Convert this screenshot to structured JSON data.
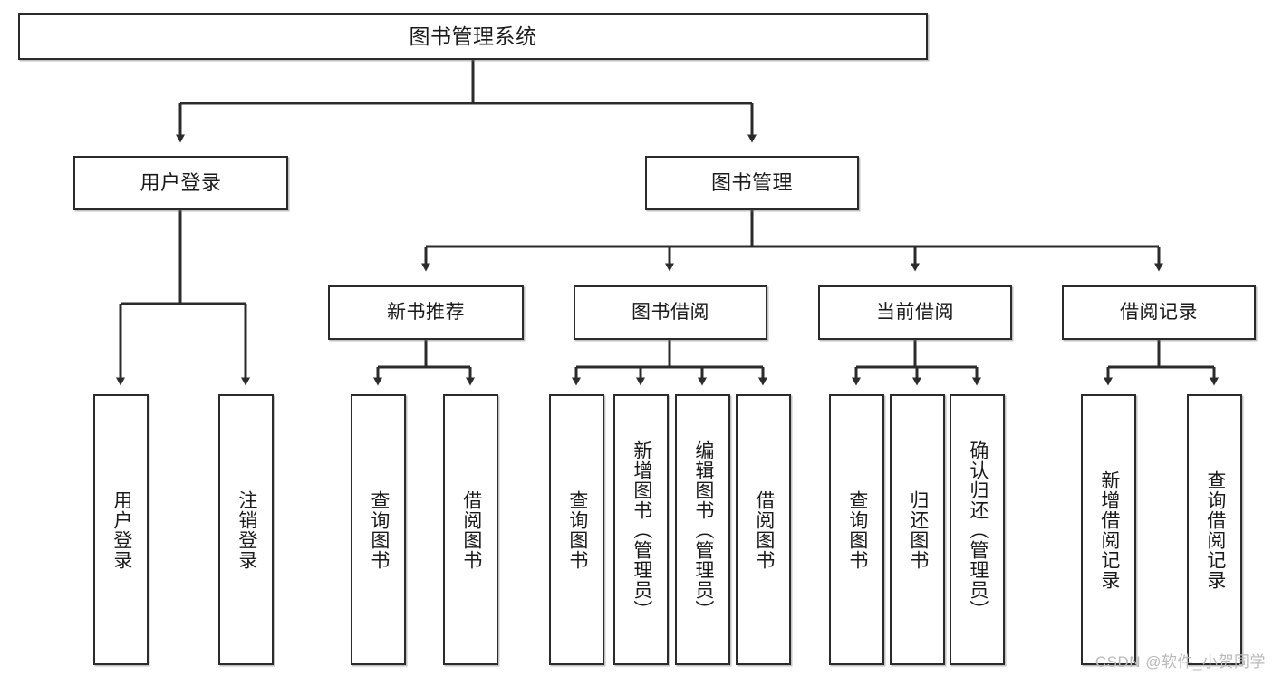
{
  "diagram": {
    "type": "tree-hierarchy-flowchart",
    "title": "图书管理系统",
    "watermark": "CSDN @软件_小贺同学",
    "colors": {
      "box_border": "#2b2b2b",
      "box_fill": "#ffffff",
      "connector": "#2b2b2b",
      "canvas": "#ffffff",
      "watermark_text": "#b9b9b9"
    },
    "levels": {
      "root": "图书管理系统",
      "level2": [
        "用户登录",
        "图书管理"
      ],
      "level3": [
        "新书推荐",
        "图书借阅",
        "当前借阅",
        "借阅记录"
      ]
    },
    "nodes": {
      "root": {
        "id": "root",
        "label": "图书管理系统"
      },
      "user_login": {
        "id": "user-login",
        "label": "用户登录"
      },
      "book_manage": {
        "id": "book-manage",
        "label": "图书管理"
      },
      "new_book_rec": {
        "id": "new-book-recommend",
        "label": "新书推荐"
      },
      "book_borrow": {
        "id": "book-borrow",
        "label": "图书借阅"
      },
      "current_borrow": {
        "id": "current-borrow",
        "label": "当前借阅"
      },
      "borrow_record": {
        "id": "borrow-record",
        "label": "借阅记录"
      },
      "leaf_1": {
        "id": "leaf-user-login",
        "label": "用户登录"
      },
      "leaf_2": {
        "id": "leaf-logout",
        "label": "注销登录"
      },
      "leaf_3": {
        "id": "leaf-query-book-a",
        "label": "查询图书"
      },
      "leaf_4": {
        "id": "leaf-borrow-book-a",
        "label": "借阅图书"
      },
      "leaf_5": {
        "id": "leaf-query-book-b",
        "label": "查询图书"
      },
      "leaf_6": {
        "id": "leaf-add-book-admin",
        "label": "新增图书（管理员）"
      },
      "leaf_7": {
        "id": "leaf-edit-book-admin",
        "label": "编辑图书（管理员）"
      },
      "leaf_8": {
        "id": "leaf-borrow-book-b",
        "label": "借阅图书"
      },
      "leaf_9": {
        "id": "leaf-query-book-c",
        "label": "查询图书"
      },
      "leaf_10": {
        "id": "leaf-return-book",
        "label": "归还图书"
      },
      "leaf_11": {
        "id": "leaf-confirm-return-admin",
        "label": "确认归还（管理员）"
      },
      "leaf_12": {
        "id": "leaf-add-borrow-record",
        "label": "新增借阅记录"
      },
      "leaf_13": {
        "id": "leaf-query-borrow-record",
        "label": "查询借阅记录"
      }
    },
    "edges": [
      {
        "from": "图书管理系统",
        "to": "用户登录"
      },
      {
        "from": "图书管理系统",
        "to": "图书管理"
      },
      {
        "from": "图书管理",
        "to": "新书推荐"
      },
      {
        "from": "图书管理",
        "to": "图书借阅"
      },
      {
        "from": "图书管理",
        "to": "当前借阅"
      },
      {
        "from": "图书管理",
        "to": "借阅记录"
      },
      {
        "from": "用户登录",
        "to": "用户登录"
      },
      {
        "from": "用户登录",
        "to": "注销登录"
      },
      {
        "from": "新书推荐",
        "to": "查询图书"
      },
      {
        "from": "新书推荐",
        "to": "借阅图书"
      },
      {
        "from": "图书借阅",
        "to": "查询图书"
      },
      {
        "from": "图书借阅",
        "to": "新增图书（管理员）"
      },
      {
        "from": "图书借阅",
        "to": "编辑图书（管理员）"
      },
      {
        "from": "图书借阅",
        "to": "借阅图书"
      },
      {
        "from": "当前借阅",
        "to": "查询图书"
      },
      {
        "from": "当前借阅",
        "to": "归还图书"
      },
      {
        "from": "当前借阅",
        "to": "确认归还（管理员）"
      },
      {
        "from": "借阅记录",
        "to": "新增借阅记录"
      },
      {
        "from": "借阅记录",
        "to": "查询借阅记录"
      }
    ]
  }
}
